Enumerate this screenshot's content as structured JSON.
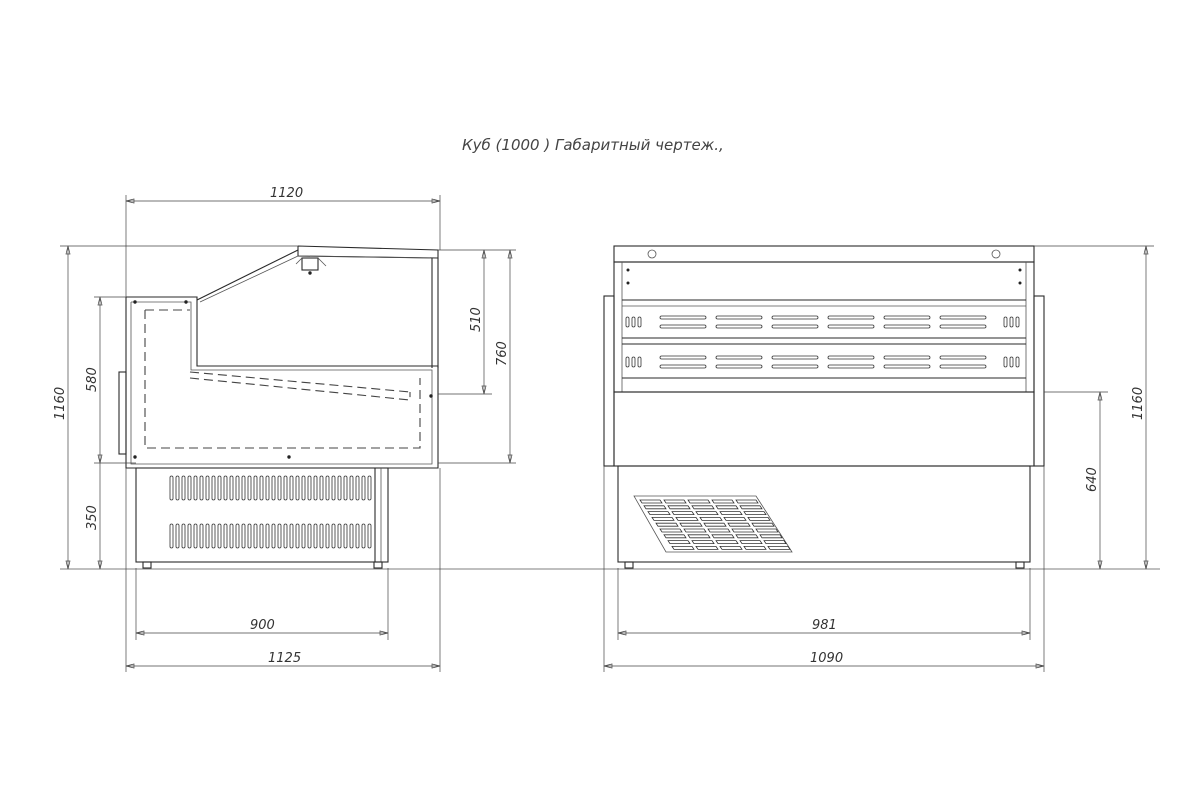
{
  "title": "Куб  (1000 ) Габаритный чертеж.,",
  "side_view": {
    "dims": {
      "top_width": "1120",
      "total_height": "1160",
      "upper_580": "580",
      "lower_350": "350",
      "glass_510": "510",
      "height_760": "760",
      "base_900": "900",
      "overall_1125": "1125"
    }
  },
  "front_view": {
    "dims": {
      "base_981": "981",
      "overall_1090": "1090",
      "height_640": "640",
      "total_height": "1160"
    }
  }
}
